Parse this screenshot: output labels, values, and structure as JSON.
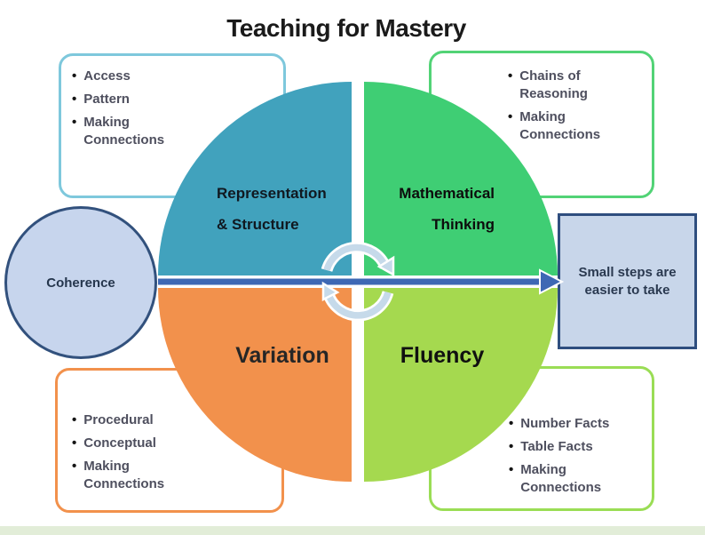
{
  "title": "Teaching for Mastery",
  "coherence": {
    "label": "Coherence"
  },
  "quadrants": {
    "representation": {
      "line1": "Representation",
      "line2": "& Structure"
    },
    "mathematical": {
      "line1": "Mathematical",
      "line2": "Thinking"
    },
    "variation": {
      "label": "Variation"
    },
    "fluency": {
      "label": "Fluency"
    }
  },
  "callouts": {
    "top_left": {
      "items": [
        "Access",
        "Pattern",
        "Making Connections"
      ]
    },
    "top_right": {
      "items": [
        "Chains of Reasoning",
        "Making Connections"
      ]
    },
    "bottom_left": {
      "items": [
        "Procedural",
        "Conceptual",
        "Making Connections"
      ]
    },
    "bottom_right": {
      "items": [
        "Number Facts",
        "Table Facts",
        "Making Connections"
      ]
    }
  },
  "note_box": {
    "text": "Small steps are easier to take"
  },
  "icons": {
    "center_cycle": "cycle-arrows-icon",
    "main_arrow": "right-arrow-icon"
  },
  "colors": {
    "quadrant_teal": "#41A2BD",
    "quadrant_green": "#3FCE74",
    "quadrant_orange": "#F2914C",
    "quadrant_lime": "#A5D94F",
    "arrow_blue": "#3E68B4",
    "coherence_fill": "#C7D5ED",
    "coherence_border": "#32517D",
    "note_fill": "#C8D6EA",
    "note_border": "#2F4E7F",
    "callout_border_top_left": "#7EC8DC",
    "callout_border_top_right": "#52D376",
    "callout_border_bottom_left": "#F2914C",
    "callout_border_bottom_right": "#9ADD55",
    "cycle_icon_fill": "#C6DAEA",
    "bottom_strip": "#E2EDD8"
  }
}
